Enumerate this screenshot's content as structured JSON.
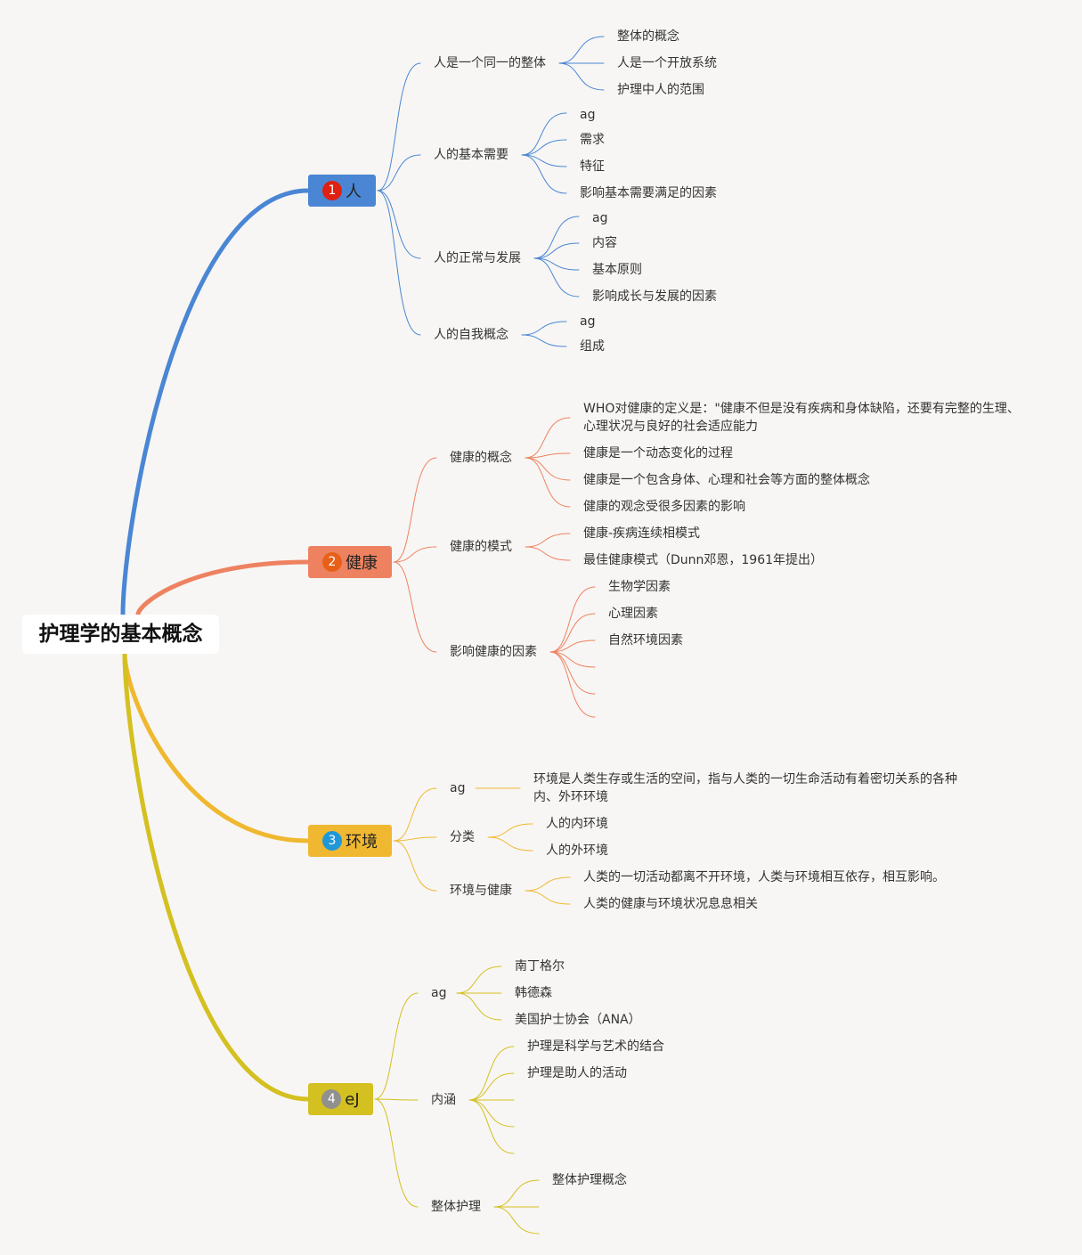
{
  "root": {
    "label": "护理学的基本概念"
  },
  "colors": {
    "ren": "#4a86d4",
    "jiankang": "#ee8260",
    "huanjing": "#f0b830",
    "huli": "#d4c020",
    "badge_ren": "#e02010",
    "badge_jiankang": "#e86018",
    "badge_huanjing": "#2098d8",
    "badge_huli": "#909090"
  },
  "branches": {
    "ren": {
      "number": "1",
      "label": "人",
      "children": [
        {
          "label": "人是一个同一的整体",
          "children": [
            "整体的概念",
            "人是一个开放系统",
            "护理中人的范围"
          ]
        },
        {
          "label": "人的基本需要",
          "children": [
            "ag",
            "需求",
            "特征",
            "影响基本需要满足的因素"
          ]
        },
        {
          "label": "人的正常与发展",
          "children": [
            "ag",
            "内容",
            "基本原则",
            "影响成长与发展的因素"
          ]
        },
        {
          "label": "人的自我概念",
          "children": [
            "ag",
            "组成"
          ]
        }
      ]
    },
    "jiankang": {
      "number": "2",
      "label": "健康",
      "children": [
        {
          "label": "健康的概念",
          "children": [
            "WHO对健康的定义是：\"健康不但是没有疾病和身体缺陷，还要有完整的生理、心理状况与良好的社会适应能力",
            "健康是一个动态变化的过程",
            "健康是一个包含身体、心理和社会等方面的整体概念",
            "健康的观念受很多因素的影响"
          ]
        },
        {
          "label": "健康的模式",
          "children": [
            "健康-疾病连续相模式",
            "最佳健康模式（Dunn邓恩，1961年提出）"
          ]
        },
        {
          "label": "影响健康的因素",
          "children": [
            "生物学因素",
            "心理因素",
            "自然环境因素"
          ]
        }
      ]
    },
    "huanjing": {
      "number": "3",
      "label": "环境",
      "children": [
        {
          "label": "ag",
          "children": [
            "环境是人类生存或生活的空间，指与人类的一切生命活动有着密切关系的各种内、外环环境"
          ]
        },
        {
          "label": "分类",
          "children": [
            "人的内环境",
            "人的外环境"
          ]
        },
        {
          "label": "环境与健康",
          "children": [
            "人类的一切活动都离不开环境，人类与环境相互依存，相互影响。",
            "人类的健康与环境状况息息相关"
          ]
        }
      ]
    },
    "huli": {
      "number": "4",
      "label": "eJ",
      "children": [
        {
          "label": "ag",
          "children": [
            "南丁格尔",
            "韩德森",
            "美国护士协会（ANA）"
          ]
        },
        {
          "label": "内涵",
          "children": [
            "护理是科学与艺术的结合",
            "护理是助人的活动"
          ]
        },
        {
          "label": "整体护理",
          "children": [
            "整体护理概念"
          ]
        }
      ]
    }
  }
}
